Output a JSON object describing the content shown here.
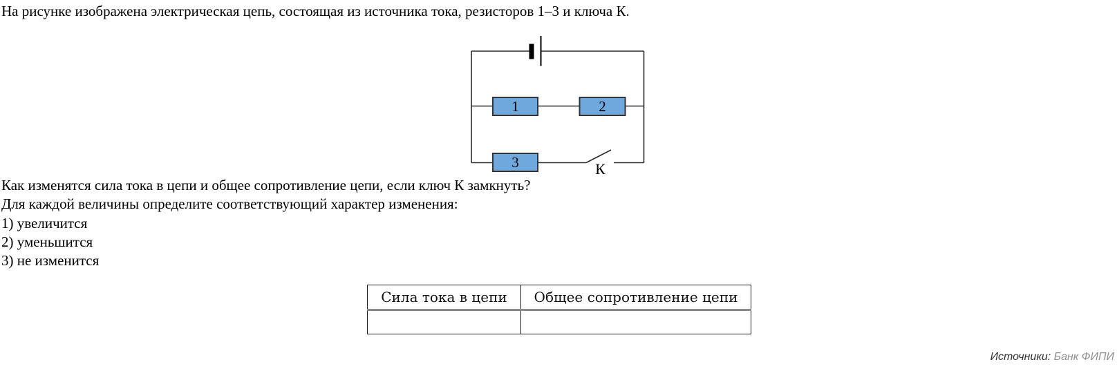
{
  "page": {
    "intro": "На рисунке изображена электрическая цепь, состоящая из источника тока, резисторов 1–3 и ключа К.",
    "question": "Как изменятся сила тока в цепи и общее сопротивление цепи, если ключ К замкнуть?",
    "instruction": "Для каждой величины определите соответствующий характер изменения:",
    "options": [
      "1) увеличится",
      "2) уменьшится",
      "3) не изменится"
    ]
  },
  "circuit": {
    "resistor_labels": [
      "1",
      "2",
      "3"
    ],
    "switch_label": "К",
    "colors": {
      "resistor_fill": "#6fa8dc",
      "resistor_border": "#333333",
      "wire": "#2b2b2b",
      "battery": "#000000"
    }
  },
  "table": {
    "headers": [
      "Сила тока в цепи",
      "Общее сопротивление цепи"
    ],
    "answer_row": [
      "",
      ""
    ]
  },
  "source": {
    "label": "Источники:",
    "value": "Банк ФИПИ"
  }
}
